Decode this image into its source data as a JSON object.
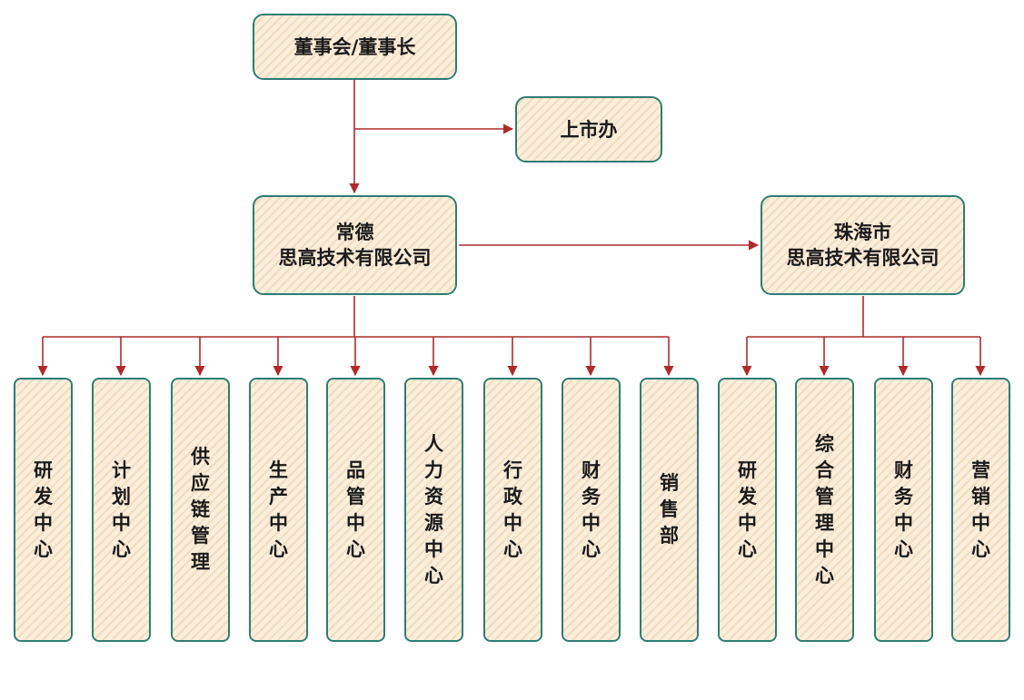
{
  "colors": {
    "node_border": "#2e7d74",
    "node_fill": "#fbeedb",
    "connector": "#b02a2a"
  },
  "nodes": {
    "board": "董事会/董事长",
    "listing_office": "上市办",
    "changde": "常德\n思高技术有限公司",
    "zhuhai": "珠海市\n思高技术有限公司",
    "changde_depts": [
      "研发中心",
      "计划中心",
      "供应链管理",
      "生产中心",
      "品管中心",
      "人力资源中心",
      "行政中心",
      "财务中心",
      "销售部"
    ],
    "zhuhai_depts": [
      "研发中心",
      "综合管理中心",
      "财务中心",
      "营销中心"
    ]
  }
}
